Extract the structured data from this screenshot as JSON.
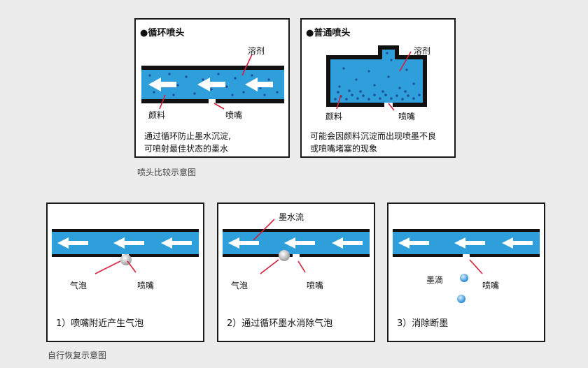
{
  "top": {
    "caption": "喷头比较示意图",
    "left_panel": {
      "title": "●循环喷头",
      "label_solvent": "溶剂",
      "label_pigment": "颜料",
      "label_nozzle": "喷嘴",
      "desc_line1": "通过循环防止墨水沉淀,",
      "desc_line2": "可喷射最佳状态的墨水"
    },
    "right_panel": {
      "title": "●普通喷头",
      "label_solvent": "溶剂",
      "label_pigment": "颜料",
      "label_nozzle": "喷嘴",
      "desc_line1": "可能会因颜料沉淀而出现喷墨不良",
      "desc_line2": "或喷嘴堵塞的现象"
    }
  },
  "bottom": {
    "caption": "自行恢复示意图",
    "step1": {
      "label_bubble": "气泡",
      "label_nozzle": "喷嘴",
      "text": "1）喷嘴附近产生气泡"
    },
    "step2": {
      "label_flow": "墨水流",
      "label_bubble": "气泡",
      "label_nozzle": "喷嘴",
      "text": "2）通过循环墨水消除气泡"
    },
    "step3": {
      "label_drop": "墨滴",
      "label_nozzle": "喷嘴",
      "text": "3）消除断墨"
    }
  },
  "colors": {
    "ink": "#2f9fdc",
    "ink_dark": "#1b74b8",
    "pointer": "#d0213a",
    "border": "#1a1a1a"
  }
}
